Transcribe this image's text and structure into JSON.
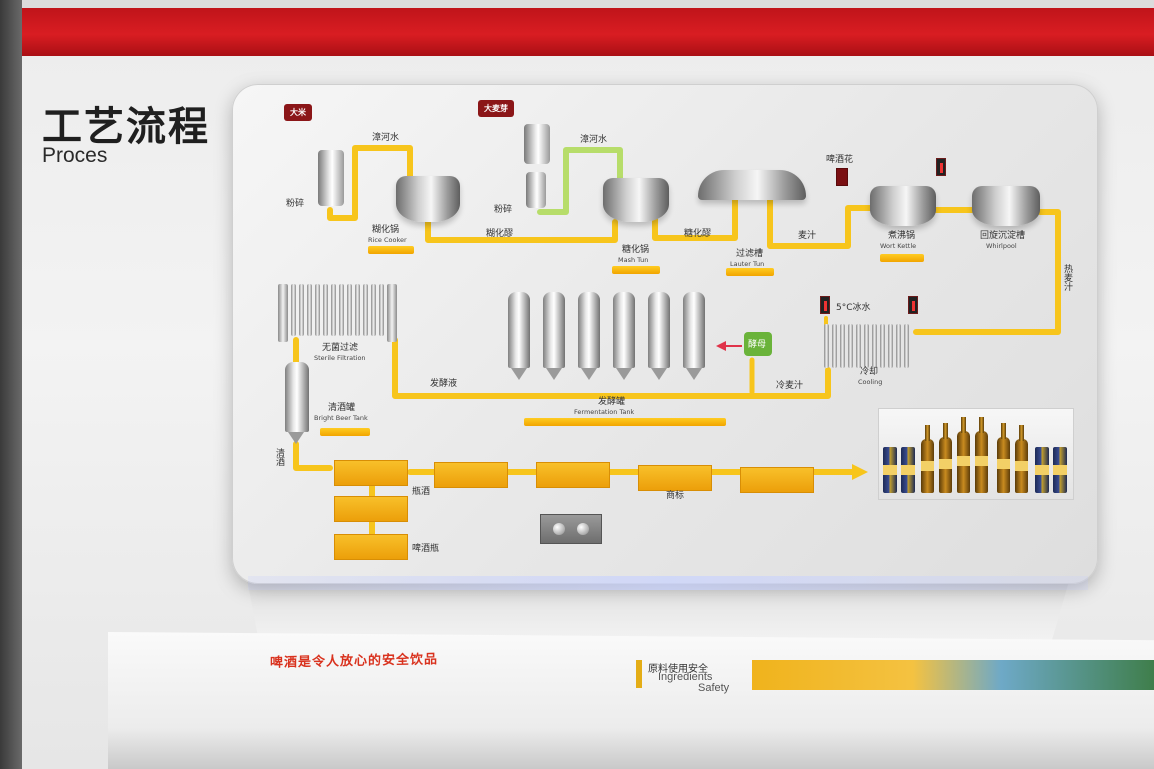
{
  "heading": {
    "cn": "工艺流程",
    "en": "Proces"
  },
  "labels": {
    "rice_tag": "大米",
    "malt_tag": "大麦芽",
    "water1": "漳河水",
    "water2": "漳河水",
    "crush1": "粉碎",
    "crush2": "粉碎",
    "rice_cooker_cn": "糊化锅",
    "rice_cooker_en": "Rice Cooker",
    "mash_label1": "糊化醪",
    "mash_tun_cn": "糖化锅",
    "mash_tun_en": "Mash Tun",
    "mash_label2": "糖化醪",
    "lauter_cn": "过滤槽",
    "lauter_en": "Lauter Tun",
    "wort": "麦汁",
    "hops": "啤酒花",
    "wort_kettle_cn": "煮沸锅",
    "wort_kettle_en": "Wort Kettle",
    "whirlpool_cn": "回旋沉淀槽",
    "whirlpool_en": "Whirlpool",
    "hot_wort": "热麦汁",
    "ice_water": "5°C冰水",
    "cooling_cn": "冷却",
    "cooling_en": "Cooling",
    "cold_wort": "冷麦汁",
    "yeast": "酵母",
    "ferment_liquid": "发酵液",
    "ferment_tank_cn": "发酵罐",
    "ferment_tank_en": "Fermentation Tank",
    "sterile_cn": "无菌过滤",
    "sterile_en": "Sterile Filtration",
    "bright_cn": "清酒罐",
    "bright_en": "Bright Beer Tank",
    "clear_beer": "清酒",
    "bottle_wash": "瓶酒",
    "label": "商标",
    "beer_bottle": "啤酒瓶"
  },
  "counter": {
    "slogan": "啤酒是令人放心的安全饮品",
    "ingredient_cn": "原料使用安全",
    "ingredient_en1": "Ingredients",
    "ingredient_en2": "Safety"
  },
  "colors": {
    "pipe_yellow": "#f7c51c",
    "pipe_green": "#b7dd6a",
    "red_band": "#d91d22",
    "tag_red": "#8b1618"
  },
  "icons": [
    "rice-sack-icon",
    "malt-sack-icon",
    "thermometer-icon",
    "yeast-weight-icon",
    "arrow-right-icon"
  ]
}
